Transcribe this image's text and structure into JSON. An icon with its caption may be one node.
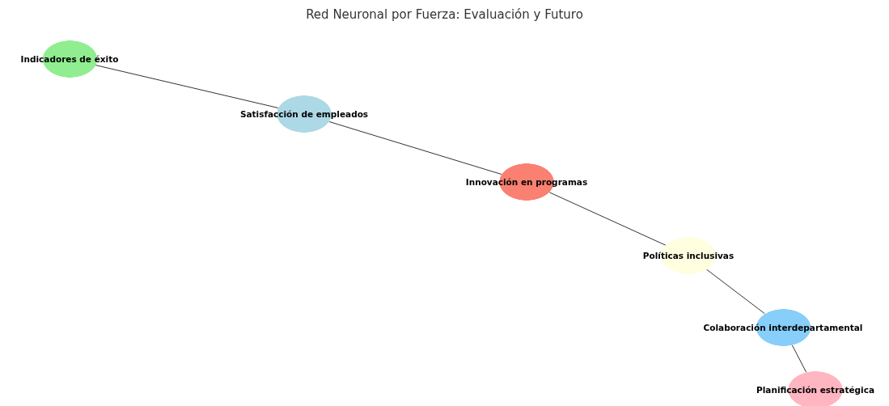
{
  "diagram": {
    "title": "Red Neuronal por Fuerza: Evaluación y Futuro",
    "nodes": [
      {
        "text": [
          "Indicadores de éxito"
        ]
      },
      {
        "text": [
          "Satisfacción de empleados"
        ]
      },
      {
        "text": [
          "Innovación en programas"
        ]
      },
      {
        "text": [
          "Políticas inclusivas"
        ]
      },
      {
        "text": [
          "Colaboración interdepartamental"
        ]
      },
      {
        "text": [
          "Planificación estratégica"
        ]
      }
    ],
    "edges": [
      {
        "from": 0,
        "to": 1,
        "arrow": "none"
      },
      {
        "from": 1,
        "to": 2,
        "arrow": "none"
      },
      {
        "from": 2,
        "to": 3,
        "arrow": "none"
      },
      {
        "from": 3,
        "to": 4,
        "arrow": "none"
      },
      {
        "from": 4,
        "to": 5,
        "arrow": "none"
      }
    ]
  }
}
